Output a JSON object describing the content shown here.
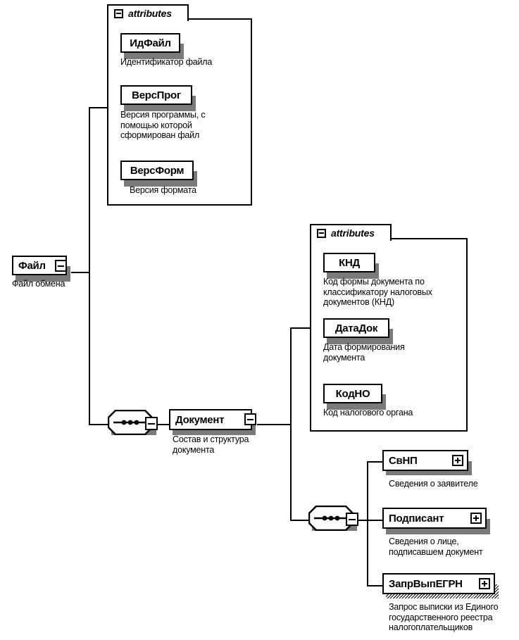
{
  "diagram": {
    "title": "XSD structure diagram",
    "root": {
      "name": "Файл",
      "caption": "Файл обмена",
      "toggle": "minus"
    },
    "attributes_group_1": {
      "tab_label": "attributes",
      "tab_toggle": "minus",
      "items": [
        {
          "name": "ИдФайл",
          "caption": "Идентификатор файла"
        },
        {
          "name": "ВерсПрог",
          "caption": "Версия программы, с\nпомощью которой\nсформирован файл"
        },
        {
          "name": "ВерсФорм",
          "caption": "Верcия формата"
        }
      ]
    },
    "sequence_1": {
      "icon": "sequence-icon",
      "dots": 3,
      "toggle": "minus"
    },
    "document": {
      "name": "Документ",
      "caption": "Состав и структура\nдокумента",
      "toggle": "minus"
    },
    "attributes_group_2": {
      "tab_label": "attributes",
      "tab_toggle": "minus",
      "items": [
        {
          "name": "КНД",
          "caption": "Код формы документа по\nклассификатору налоговых\nдокументов (КНД)"
        },
        {
          "name": "ДатаДок",
          "caption": "Дата формирования\nдокумента"
        },
        {
          "name": "КодНО",
          "caption": "Код налогового органа"
        }
      ]
    },
    "sequence_2": {
      "icon": "sequence-icon",
      "dots": 3,
      "toggle": "minus"
    },
    "children": [
      {
        "name": "СвНП",
        "caption": "Сведения о заявителе",
        "toggle": "plus"
      },
      {
        "name": "Подписант",
        "caption": "Сведения о лице,\nподписавшем документ",
        "toggle": "plus"
      },
      {
        "name": "ЗапрВыпЕГРН",
        "caption": "Запрос выписки из Единого\nгосударственного реестра\nналогоплательщиков",
        "toggle": "plus"
      }
    ],
    "colors": {
      "stroke": "#000000",
      "fill": "#ffffff",
      "shadow": "#7a7a7a"
    }
  }
}
